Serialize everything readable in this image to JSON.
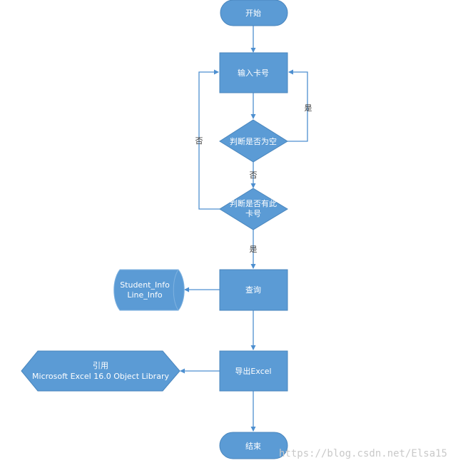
{
  "nodes": {
    "start": "开始",
    "input_card": "输入卡号",
    "check_empty": "判断是否为空",
    "check_exists_line1": "判断是否有此",
    "check_exists_line2": "卡号",
    "query": "查询",
    "db_line1": "Student_Info",
    "db_line2": "Line_Info",
    "export": "导出Excel",
    "ref_line1": "引用",
    "ref_line2": "Microsoft Excel 16.0 Object Library",
    "end": "结束"
  },
  "edge_labels": {
    "empty_yes": "是",
    "empty_no": "否",
    "exists_no": "否",
    "exists_yes": "是"
  },
  "watermark": "https://blog.csdn.net/Elsa15",
  "colors": {
    "shape_fill": "#5b9bd5",
    "line": "#4d8fd0",
    "text": "#ffffff"
  }
}
